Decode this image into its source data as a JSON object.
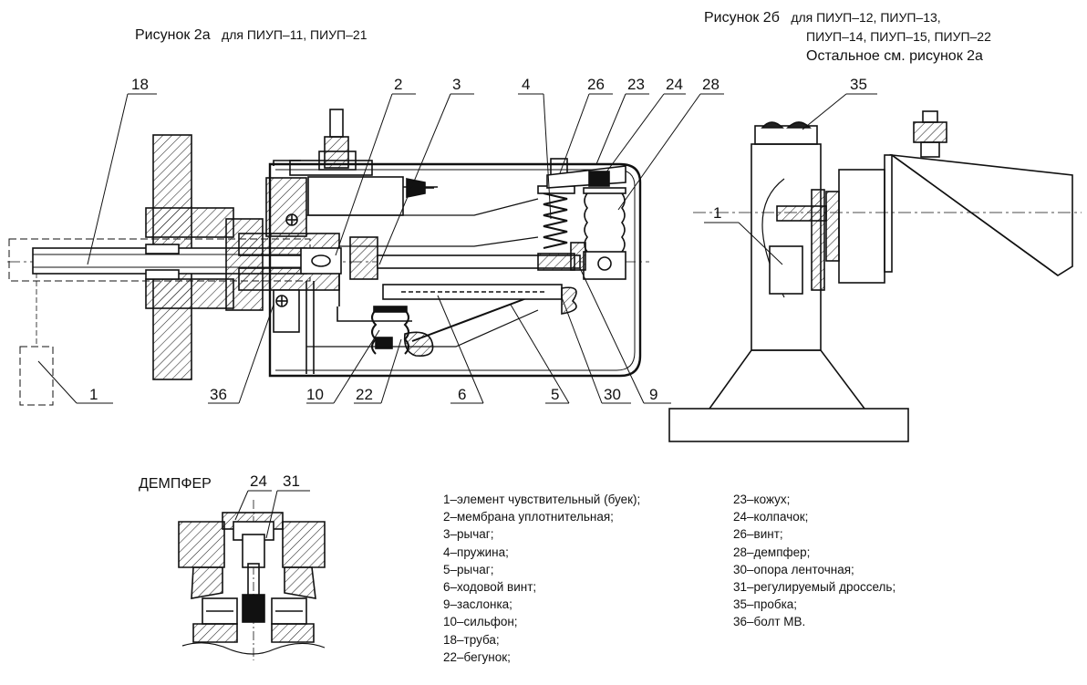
{
  "fig_a": {
    "title": "Рисунок 2а",
    "subtitle": "для ПИУП–11, ПИУП–21"
  },
  "fig_b": {
    "title": "Рисунок 2б",
    "subtitle_line1": "для ПИУП–12, ПИУП–13,",
    "subtitle_line2": "ПИУП–14, ПИУП–15, ПИУП–22",
    "note": "Остальное см. рисунок 2а"
  },
  "damper": {
    "title": "ДЕМПФЕР"
  },
  "callouts": {
    "fig_a": [
      "18",
      "2",
      "3",
      "4",
      "26",
      "23",
      "24",
      "28",
      "1",
      "36",
      "10",
      "22",
      "6",
      "5",
      "30",
      "9"
    ],
    "fig_b": [
      "35",
      "1"
    ],
    "damper": [
      "24",
      "31"
    ]
  },
  "legend": {
    "col1": [
      "1–элемент чувствительный (буек);",
      "2–мембрана уплотнительная;",
      "3–рычаг;",
      "4–пружина;",
      "5–рычаг;",
      "6–ходовой винт;",
      "9–заслонка;",
      "10–сильфон;",
      "18–труба;",
      "22–бегунок;"
    ],
    "col2": [
      "23–кожух;",
      "24–колпачок;",
      "26–винт;",
      "28–демпфер;",
      "30–опора ленточная;",
      "31–регулируемый дроссель;",
      "35–пробка;",
      "36–болт МВ."
    ]
  }
}
